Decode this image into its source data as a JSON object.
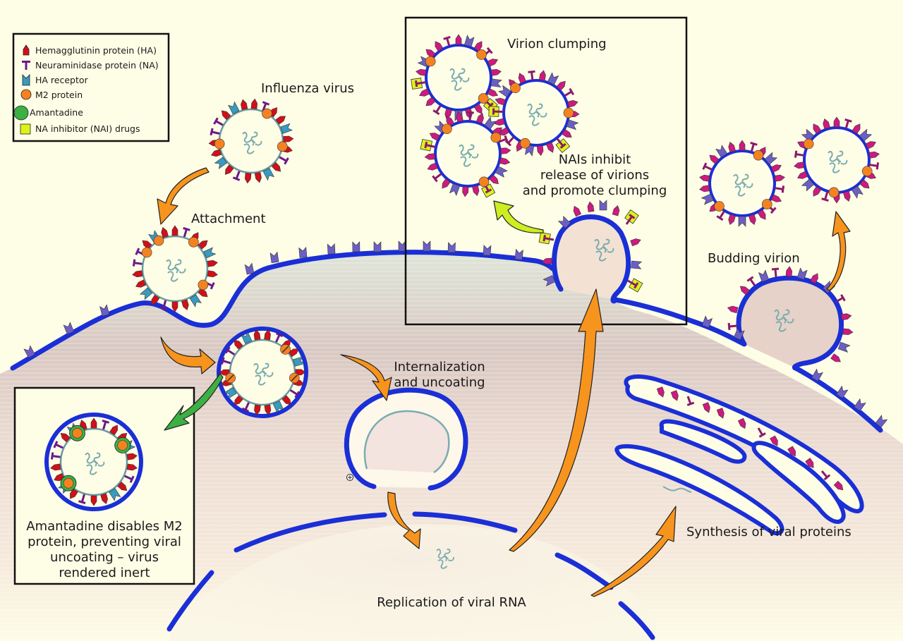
{
  "title": "Influenza virus life cycle and antiviral drug action",
  "colors": {
    "background": "#fefde6",
    "membrane": "#1a2fd6",
    "cytoplasm_band_a": "#dfe5d8",
    "cytoplasm_band_b": "#dcc4c0",
    "hemagglutinin": "#d0101a",
    "hemagglutinin_budded": "#cc1a80",
    "neuraminidase": "#6a1a8a",
    "ha_receptor": "#3a9ac0",
    "ha_receptor_host": "#6b5fc4",
    "m2_protein": "#f58220",
    "amantadine": "#3cb043",
    "nai_drug": "#ddf21a",
    "arrow_orange": "#f7941d",
    "arrow_green": "#3cb043",
    "arrow_yellow": "#ccee22",
    "rna": "#7aacb0"
  },
  "legend": {
    "items": [
      {
        "icon": "hemagglutinin-icon",
        "label": "Hemagglutinin protein (HA)"
      },
      {
        "icon": "neuraminidase-icon",
        "label": "Neuraminidase protein (NA)"
      },
      {
        "icon": "ha-receptor-icon",
        "label": "HA receptor"
      },
      {
        "icon": "m2-protein-icon",
        "label": "M2 protein"
      },
      {
        "icon": "amantadine-icon",
        "label": "Amantadine"
      },
      {
        "icon": "nai-drug-icon",
        "label": "NA inhibitor (NAI) drugs"
      }
    ]
  },
  "labels": {
    "influenza_virus": "Influenza virus",
    "attachment": "Attachment",
    "virion_clumping": "Virion clumping",
    "nai_line1": "NAIs inhibit",
    "nai_line2": "release of virions",
    "nai_line3": "and promote clumping",
    "budding_virion": "Budding virion",
    "internalization_line1": "Internalization",
    "internalization_line2": "and uncoating",
    "amantadine_line1": "Amantadine disables M2",
    "amantadine_line2": "protein, preventing viral",
    "amantadine_line3": "uncoating – virus",
    "amantadine_line4": "rendered inert",
    "replication": "Replication of viral RNA",
    "synthesis": "Synthesis of viral proteins"
  }
}
